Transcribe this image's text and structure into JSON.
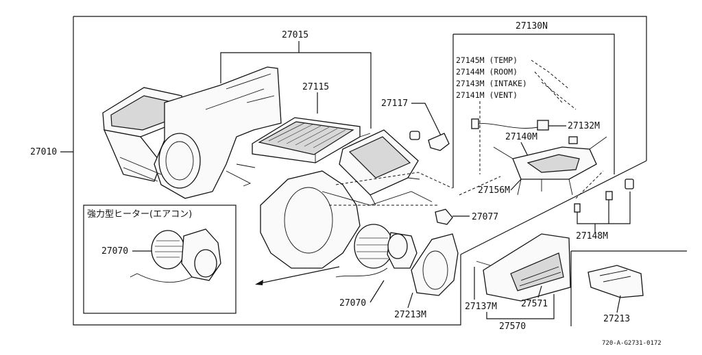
{
  "labels": {
    "assembly": "27010",
    "case": "27015",
    "core": "27115",
    "part_27117": "27117",
    "servo_group": "27130N",
    "sensor_temp": "27145M (TEMP)",
    "sensor_room": "27144M (ROOM)",
    "sensor_intake": "27143M (INTAKE)",
    "sensor_vent": "27141M (VENT)",
    "part_27132m": "27132M",
    "part_27140m": "27140M",
    "part_27156m": "27156M",
    "part_27077": "27077",
    "part_27148m": "27148M",
    "inset_heading": "強力型ヒーター(エアコン)",
    "inset_motor": "27070",
    "motor": "27070",
    "part_27213m": "27213M",
    "part_27137m": "27137M",
    "part_27571": "27571",
    "panel": "27570",
    "part_27213": "27213",
    "drawing_code": "720-A-G2731-0172"
  }
}
